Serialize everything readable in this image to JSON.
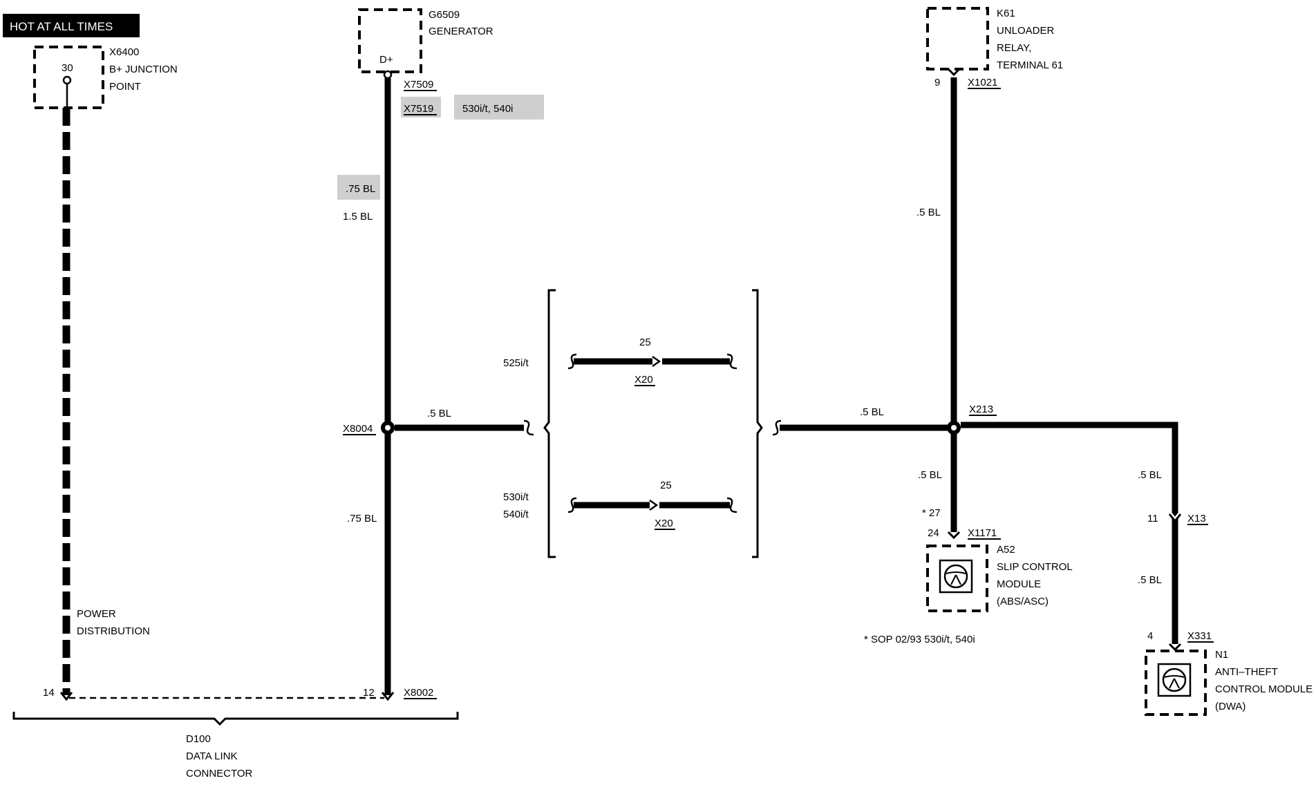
{
  "banner": {
    "text": "HOT AT ALL TIMES"
  },
  "components": {
    "x6400": {
      "id": "X6400",
      "line1": "B+ JUNCTION",
      "line2": "POINT",
      "pin": "30"
    },
    "g6509": {
      "id": "G6509",
      "line1": "GENERATOR",
      "pin": "D+"
    },
    "k61": {
      "id": "K61",
      "line1": "UNLOADER",
      "line2": "RELAY,",
      "line3": "TERMINAL 61"
    },
    "a52": {
      "id": "A52",
      "line1": "SLIP CONTROL",
      "line2": "MODULE",
      "line3": "(ABS/ASC)"
    },
    "n1": {
      "id": "N1",
      "line1": "ANTI–THEFT",
      "line2": "CONTROL MODULE",
      "line3": "(DWA)"
    },
    "d100": {
      "id": "D100",
      "line1": "DATA LINK",
      "line2": "CONNECTOR"
    }
  },
  "connectors": {
    "x7509": "X7509",
    "x7519": "X7519",
    "x7519_note": "530i/t, 540i",
    "x1021": "X1021",
    "x1021_pin": "9",
    "x8004": "X8004",
    "x8002": "X8002",
    "x8002_pin": "12",
    "d100_pin14": "14",
    "x213": "X213",
    "x1171": "X1171",
    "x1171_pin": "24",
    "x1171_note": "* 27",
    "x13": "X13",
    "x13_pin": "11",
    "x331": "X331",
    "x331_pin": "4",
    "x20_a": "X20",
    "x20_a_pin": "25",
    "x20_b": "X20",
    "x20_b_pin": "25"
  },
  "wires": {
    "gen_wire_alt": ".75 BL",
    "gen_wire": "1.5 BL",
    "x8004_branch": ".5 BL",
    "x8004_down": ".75 BL",
    "k61_wire": ".5 BL",
    "x213_left": ".5 BL",
    "a52_wire": ".5 BL",
    "n1_wire_upper": ".5 BL",
    "n1_wire_lower": ".5 BL"
  },
  "variants": {
    "upper": "525i/t",
    "lower_line1": "530i/t",
    "lower_line2": "540i/t"
  },
  "notes": {
    "power_line1": "POWER",
    "power_line2": "DISTRIBUTION",
    "sop": "* SOP 02/93  530i/t, 540i"
  }
}
